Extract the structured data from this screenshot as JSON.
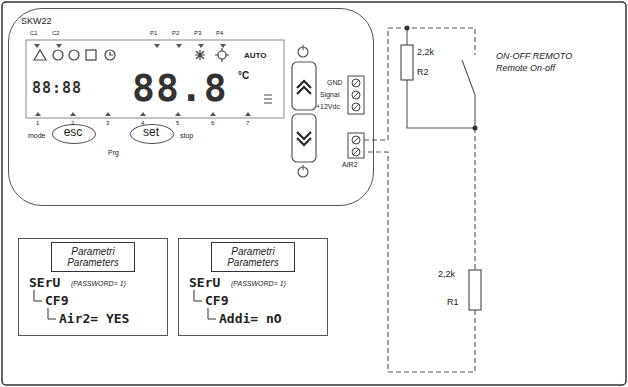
{
  "diagram": {
    "nodes": [
      {
        "text": [
          "SKW22"
        ]
      },
      {
        "text": [
          "esc"
        ],
        "in": 0
      },
      {
        "text": [
          "set"
        ],
        "in": 0
      },
      {
        "text": [
          "Parametri Parameters",
          "SErU",
          "(PASSWORD= 1)",
          "CF9",
          "Air2= YES"
        ]
      },
      {
        "text": [
          "Parametri Parameters",
          "SErU",
          "(PASSWORD= 1)",
          "CF9",
          "Addi= nO"
        ]
      }
    ],
    "labels": [
      "C1",
      "C2",
      "P1",
      "P2",
      "P3",
      "P4",
      "AUTO",
      "°C",
      "88:88",
      "88.8",
      "1",
      "2",
      "3",
      "4",
      "5",
      "6",
      "7",
      "mode",
      "stop",
      "Prg",
      "GND",
      "Signal",
      "+12Vdc",
      "AIR2",
      "2,2k",
      "R2",
      "ON-OFF REMOTO",
      "Remote On-off",
      "2,2k",
      "R1"
    ]
  }
}
